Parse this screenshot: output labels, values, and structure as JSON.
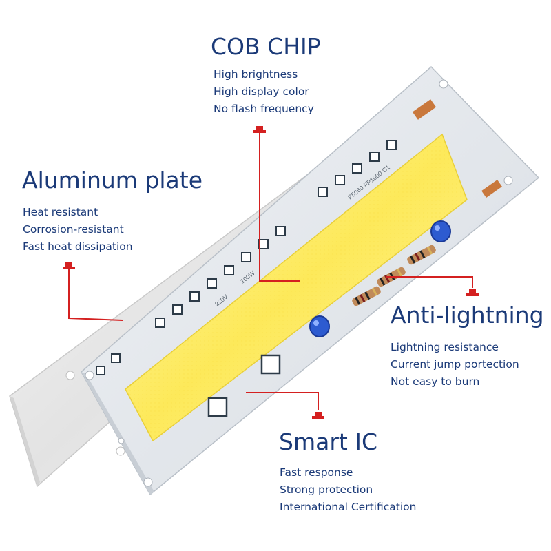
{
  "sections": {
    "cob_chip": {
      "title": "COB CHIP",
      "features": [
        "High brightness",
        "High display color",
        "No flash frequency"
      ]
    },
    "aluminum_plate": {
      "title": "Aluminum plate",
      "features": [
        "Heat resistant",
        "Corrosion-resistant",
        "Fast heat dissipation"
      ]
    },
    "anti_lightning": {
      "title": "Anti-lightning",
      "features": [
        "Lightning resistance",
        "Current jump portection",
        "Not easy to burn"
      ]
    },
    "smart_ic": {
      "title": "Smart IC",
      "features": [
        "Fast response",
        "Strong protection",
        "International Certification"
      ]
    }
  },
  "board_markings": [
    "P5060-FP1000 C1",
    "220V",
    "100W"
  ],
  "colors": {
    "text": "#1b3a78",
    "callout_line": "#d42020",
    "chip": "#fde95a",
    "board": "#dfe3e8",
    "plate": "#ececec"
  }
}
